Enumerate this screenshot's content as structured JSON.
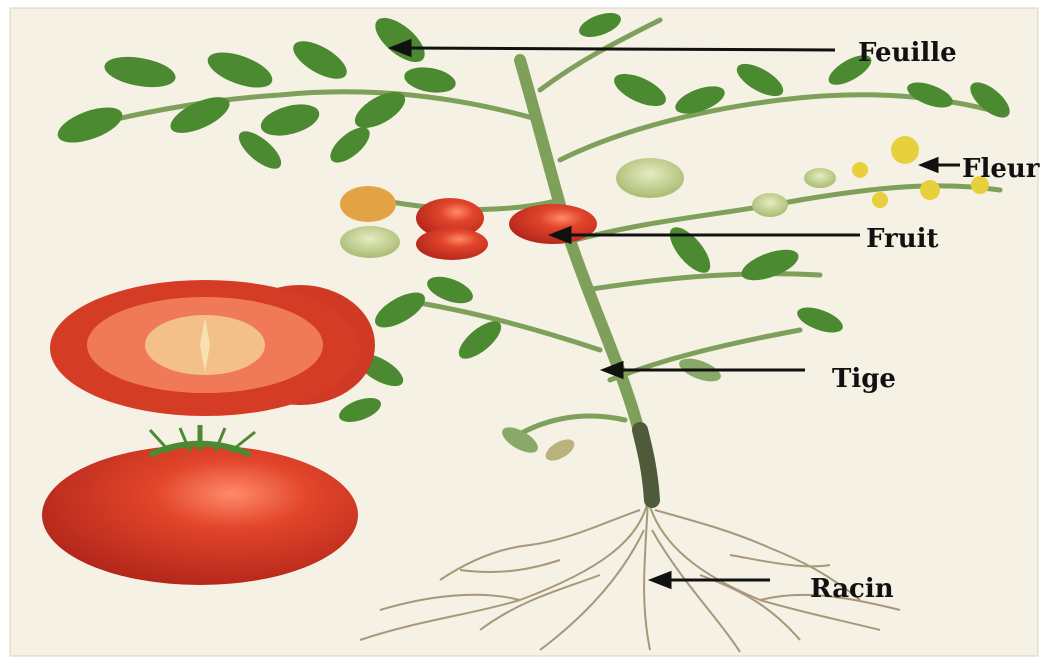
{
  "labels": {
    "feuille": "Feuille",
    "fleur": "Fleur",
    "fruit": "Fruit",
    "tige": "Tige",
    "racin": "Racin"
  },
  "colors": {
    "background": "#f5f1e4",
    "leaf": "#4c8a32",
    "stem": "#7fa05a",
    "tomato": "#d63a22",
    "flower": "#e8cf3c",
    "root": "#a8987a",
    "arrow": "#111111"
  }
}
